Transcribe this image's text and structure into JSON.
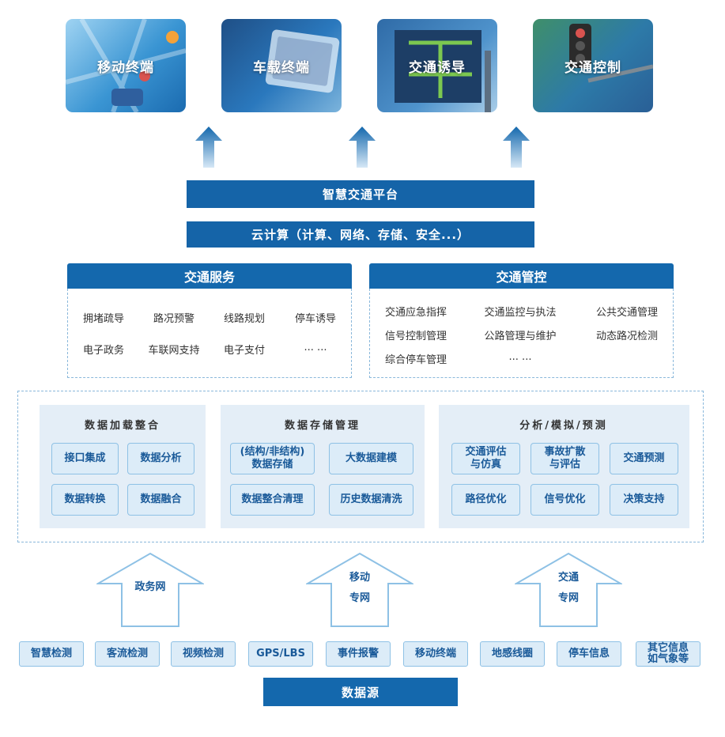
{
  "terminals": [
    {
      "label": "移动终端"
    },
    {
      "label": "车载终端"
    },
    {
      "label": "交通诱导"
    },
    {
      "label": "交通控制"
    }
  ],
  "platform": {
    "smart_traffic": "智慧交通平台",
    "cloud": "云计算（计算、网络、存储、安全...）"
  },
  "services": {
    "traffic_service": {
      "title": "交通服务",
      "items": [
        "拥堵疏导",
        "路况预警",
        "线路规划",
        "停车诱导",
        "电子政务",
        "车联网支持",
        "电子支付",
        "... ..."
      ]
    },
    "traffic_control": {
      "title": "交通管控",
      "items": [
        "交通应急指挥",
        "交通监控与执法",
        "公共交通管理",
        "信号控制管理",
        "公路管理与维护",
        "动态路况检测",
        "综合停车管理",
        "... ..."
      ]
    }
  },
  "data_layer": {
    "loading": {
      "title": "数据加载整合",
      "chips": [
        {
          "line1": "接口集成",
          "line2": ""
        },
        {
          "line1": "数据分析",
          "line2": ""
        },
        {
          "line1": "数据转换",
          "line2": ""
        },
        {
          "line1": "数据融合",
          "line2": ""
        }
      ]
    },
    "storage": {
      "title": "数据存储管理",
      "chips": [
        {
          "line1": "(结构/非结构)",
          "line2": "数据存储"
        },
        {
          "line1": "大数据建模",
          "line2": ""
        },
        {
          "line1": "数据整合清理",
          "line2": ""
        },
        {
          "line1": "历史数据清洗",
          "line2": ""
        }
      ]
    },
    "analysis": {
      "title": "分析/模拟/预测",
      "chips": [
        {
          "line1": "交通评估",
          "line2": "与仿真"
        },
        {
          "line1": "事故扩散",
          "line2": "与评估"
        },
        {
          "line1": "交通预测",
          "line2": ""
        },
        {
          "line1": "路径优化",
          "line2": ""
        },
        {
          "line1": "信号优化",
          "line2": ""
        },
        {
          "line1": "决策支持",
          "line2": ""
        }
      ]
    }
  },
  "networks": [
    {
      "line1": "政务网",
      "line2": ""
    },
    {
      "line1": "移动",
      "line2": "专网"
    },
    {
      "line1": "交通",
      "line2": "专网"
    }
  ],
  "sources": [
    {
      "line1": "智慧检测",
      "line2": ""
    },
    {
      "line1": "客流检测",
      "line2": ""
    },
    {
      "line1": "视频检测",
      "line2": ""
    },
    {
      "line1": "GPS/LBS",
      "line2": ""
    },
    {
      "line1": "事件报警",
      "line2": ""
    },
    {
      "line1": "移动终端",
      "line2": ""
    },
    {
      "line1": "地感线圈",
      "line2": ""
    },
    {
      "line1": "停车信息",
      "line2": ""
    },
    {
      "line1": "其它信息",
      "line2": "如气象等"
    }
  ],
  "data_source_label": "数据源",
  "colors": {
    "primary": "#1468ad",
    "chip_bg": "#dcecf8",
    "chip_border": "#8ec1e5",
    "chip_text": "#1a5a99"
  }
}
